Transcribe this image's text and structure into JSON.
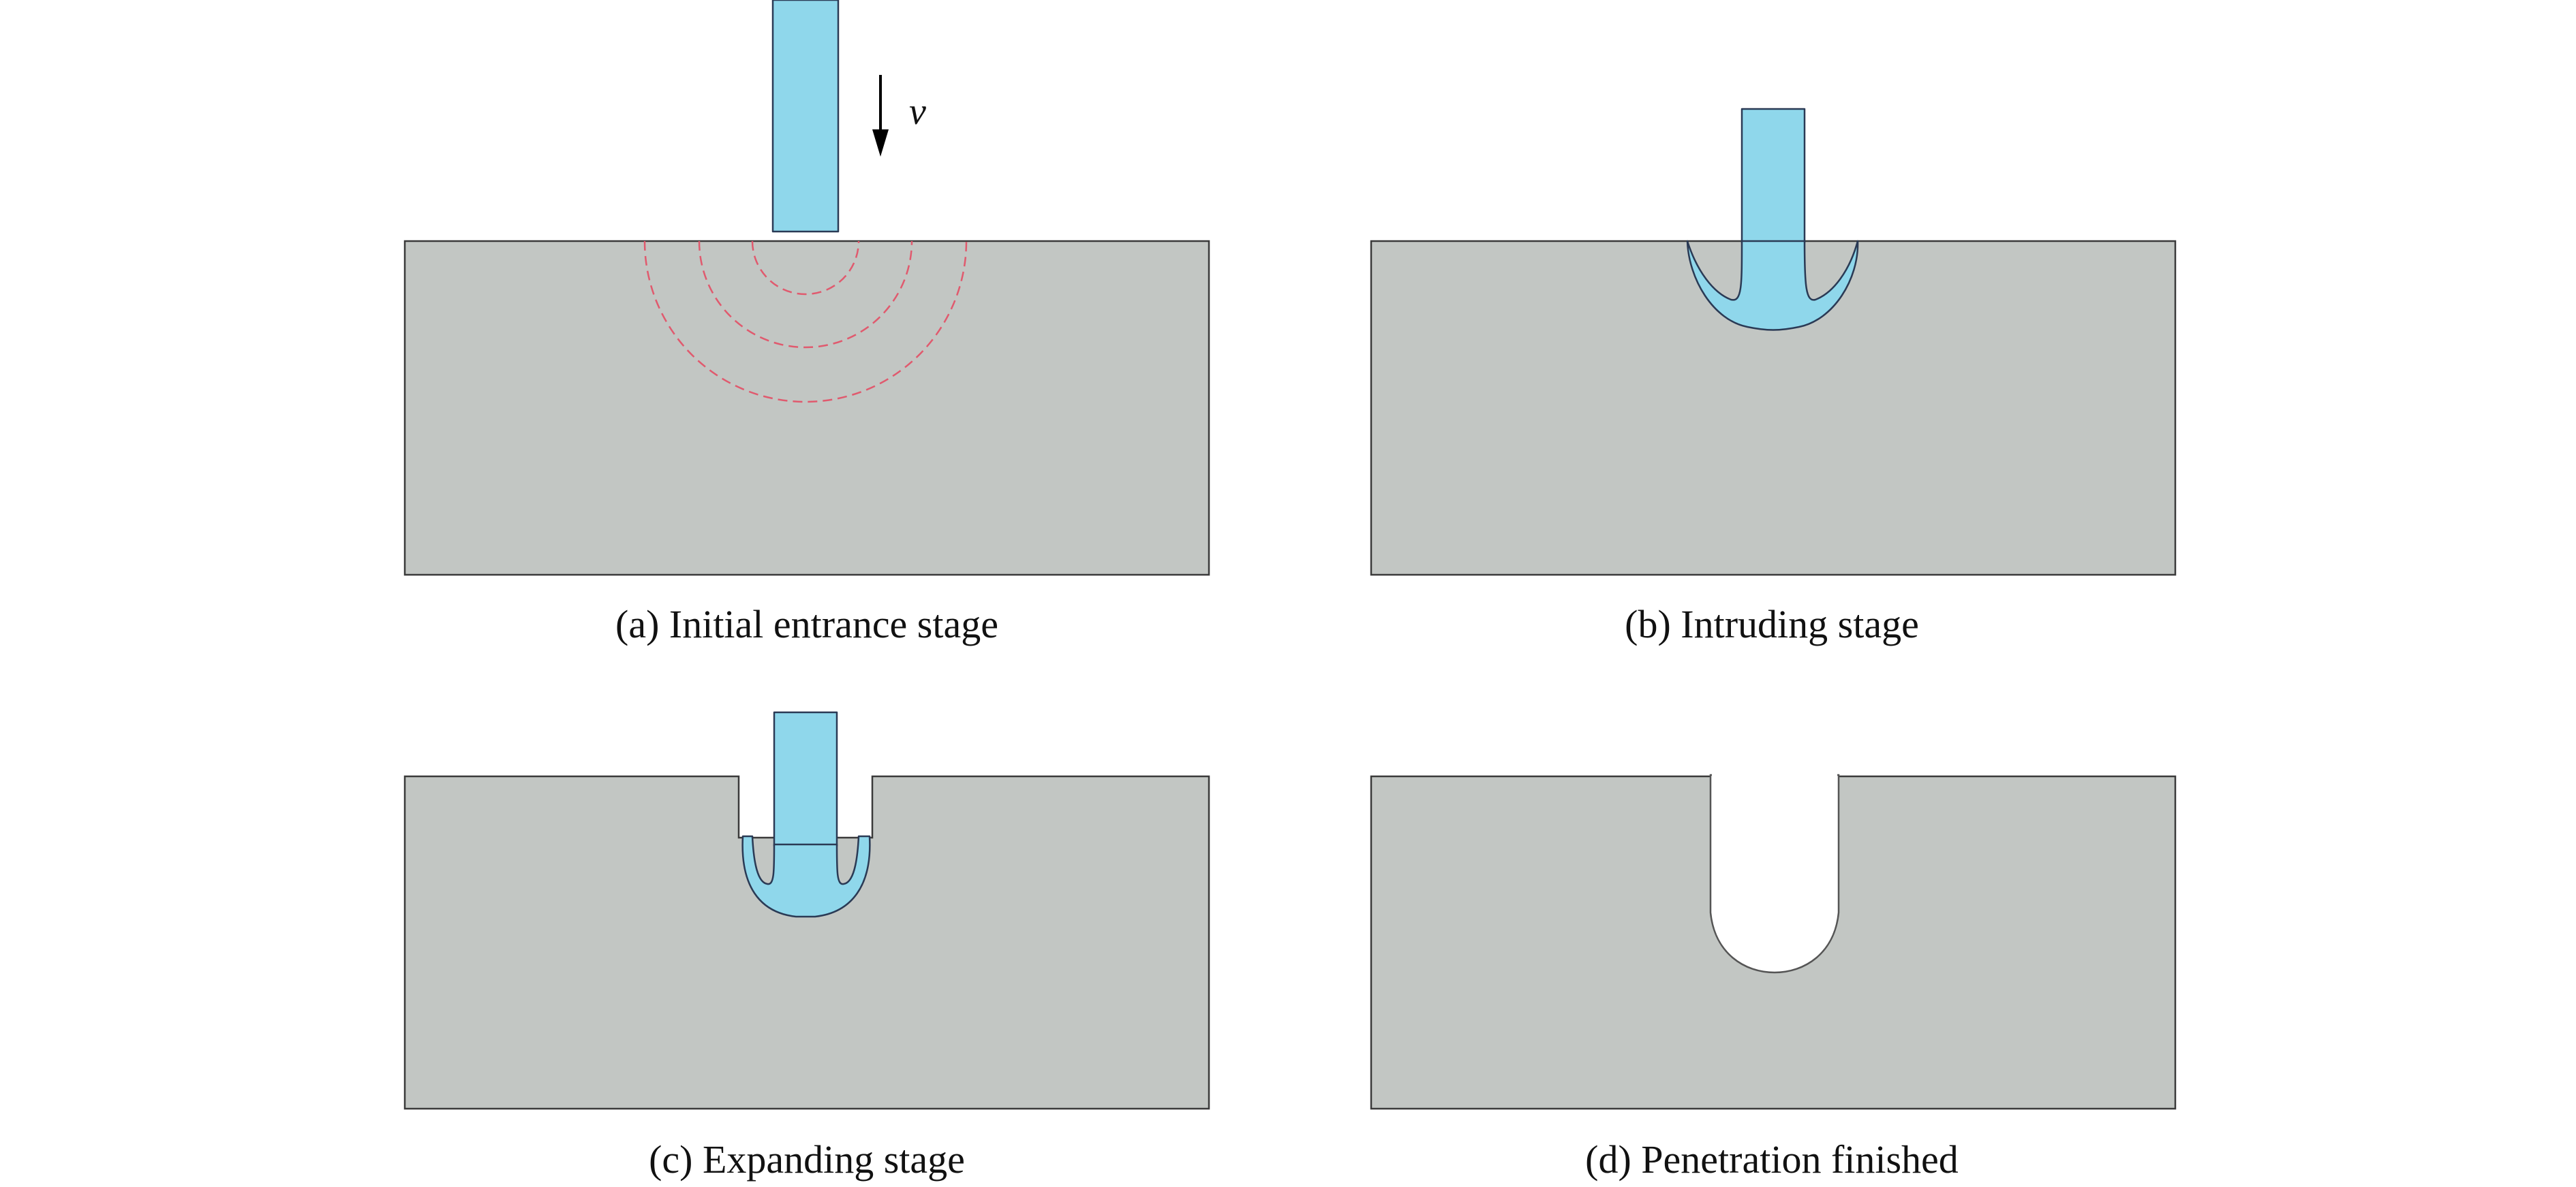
{
  "panels": [
    {
      "id": "a",
      "caption": "(a) Initial entrance stage"
    },
    {
      "id": "b",
      "caption": "(b) Intruding stage"
    },
    {
      "id": "c",
      "caption": "(c) Expanding stage"
    },
    {
      "id": "d",
      "caption": "(d) Penetration finished"
    }
  ],
  "velocity_label": "v",
  "colors": {
    "target": "#c2c6c3",
    "jet": "#8fd7eb",
    "stress_wave": "#e05a6e",
    "background": "#ffffff"
  }
}
